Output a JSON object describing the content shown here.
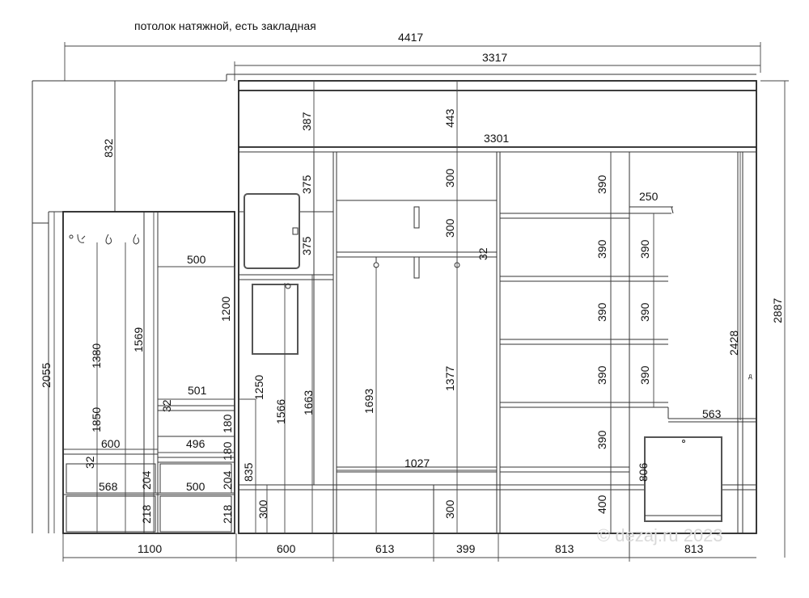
{
  "note": "потолок натяжной, есть закладная",
  "watermark": "© dezaj.ru 2023",
  "dims": {
    "total_width": "4417",
    "upper_width": "3317",
    "inner_width": "3301",
    "left_upper_h": "832",
    "left_height": "2055",
    "right_height": "2887",
    "mezz_387": "387",
    "mezz_443": "443",
    "h_375a": "375",
    "h_375b": "375",
    "h_300a": "300",
    "h_300b": "300",
    "h_32a": "32",
    "h_390_1": "390",
    "h_390_2": "390",
    "h_390_3": "390",
    "h_390_4": "390",
    "h_390_5": "390",
    "h_400": "400",
    "w_250": "250",
    "h_390_r1": "390",
    "h_390_r2": "390",
    "h_390_r3": "390",
    "h_2428": "2428",
    "w_563": "563",
    "h_806": "806",
    "w_500a": "500",
    "h_1200": "1200",
    "h_1380": "1380",
    "h_1850": "1850",
    "h_1569": "1569",
    "w_501": "501",
    "h_32b": "32",
    "h_180a": "180",
    "h_180b": "180",
    "w_496": "496",
    "w_600a": "600",
    "h_32c": "32",
    "w_568": "568",
    "h_204a": "204",
    "w_500b": "500",
    "h_204b": "204",
    "h_218a": "218",
    "h_218b": "218",
    "h_1250": "1250",
    "h_1566": "1566",
    "h_1663": "1663",
    "h_835": "835",
    "h_300c": "300",
    "h_1693": "1693",
    "h_1377": "1377",
    "w_1027": "1027",
    "h_300d": "300",
    "bw_1100": "1100",
    "bw_600": "600",
    "bw_613": "613",
    "bw_399": "399",
    "bw_813a": "813",
    "bw_813b": "813"
  }
}
